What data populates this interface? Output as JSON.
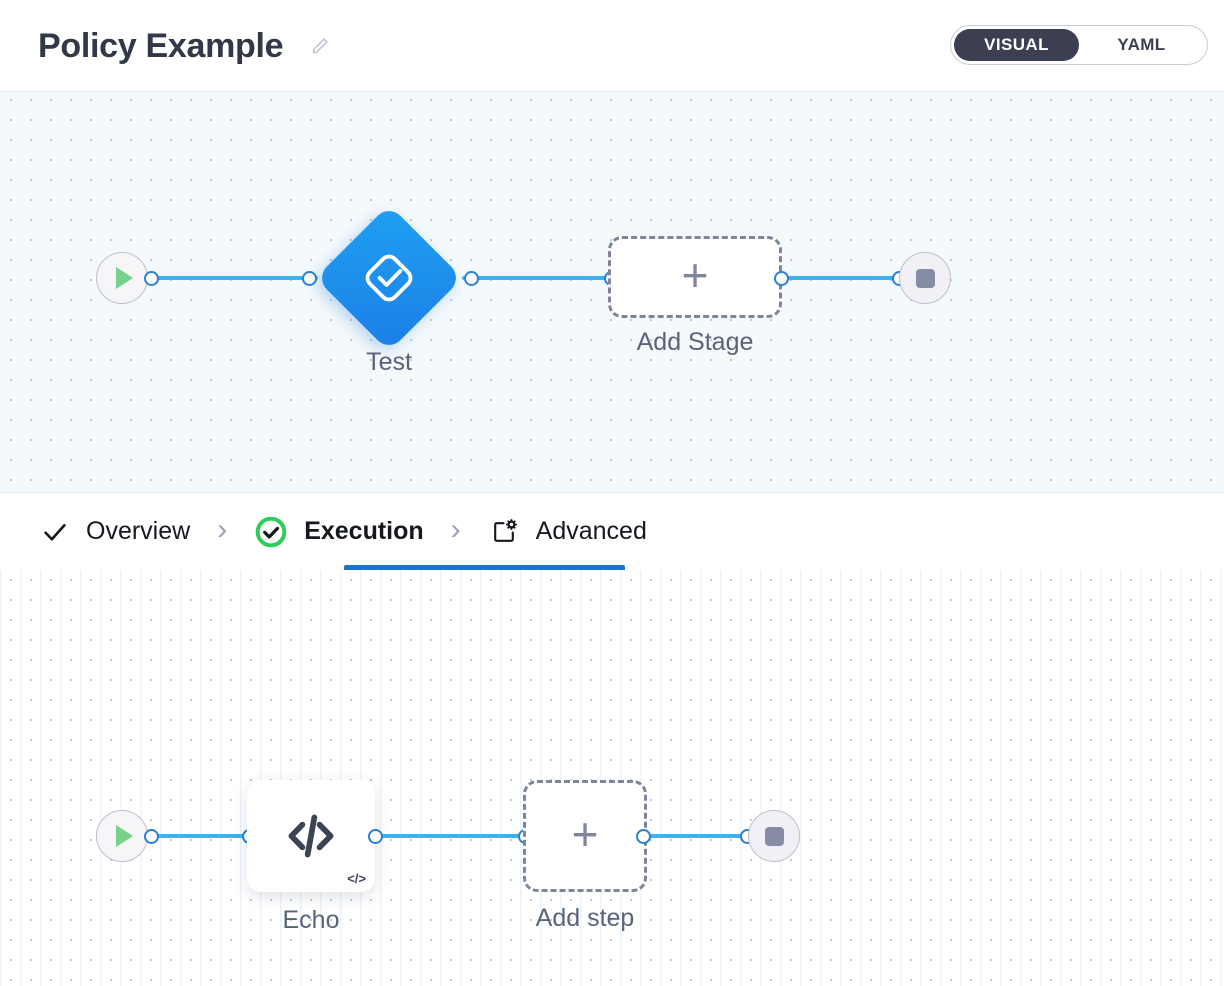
{
  "header": {
    "title": "Policy Example",
    "edit_icon": "pencil-icon",
    "mode_toggle": {
      "active": "VISUAL",
      "options": [
        "VISUAL",
        "YAML"
      ],
      "active_bg": "#3b3f51"
    }
  },
  "stage_canvas": {
    "start_node": {
      "name": "start",
      "icon": "play-icon",
      "icon_color": "#76d28b"
    },
    "stage": {
      "label": "Test",
      "icon": "approval-check-icon",
      "color": "#1c8aec"
    },
    "add_stage": {
      "label": "Add Stage",
      "icon": "plus-icon"
    },
    "end_node": {
      "name": "end",
      "icon": "stop-icon",
      "icon_color": "#868ca3"
    }
  },
  "tabs": [
    {
      "label": "Overview",
      "icon": "check-icon",
      "active": false
    },
    {
      "label": "Execution",
      "icon": "check-circle-icon",
      "active": true
    },
    {
      "label": "Advanced",
      "icon": "window-gear-icon",
      "active": false
    }
  ],
  "tab_separator": "›",
  "step_canvas": {
    "start_node": {
      "name": "start",
      "icon": "play-icon",
      "icon_color": "#76d28b"
    },
    "step": {
      "label": "Echo",
      "icon": "code-icon",
      "badge": "</>"
    },
    "add_step": {
      "label": "Add step",
      "icon": "plus-icon"
    },
    "end_node": {
      "name": "end",
      "icon": "stop-icon",
      "icon_color": "#868ca3"
    }
  },
  "colors": {
    "edge": "#3bb3f0",
    "port_ring": "#2b7fd4",
    "accent": "#1a74c8",
    "tab_check_green": "#2ecc5b"
  }
}
